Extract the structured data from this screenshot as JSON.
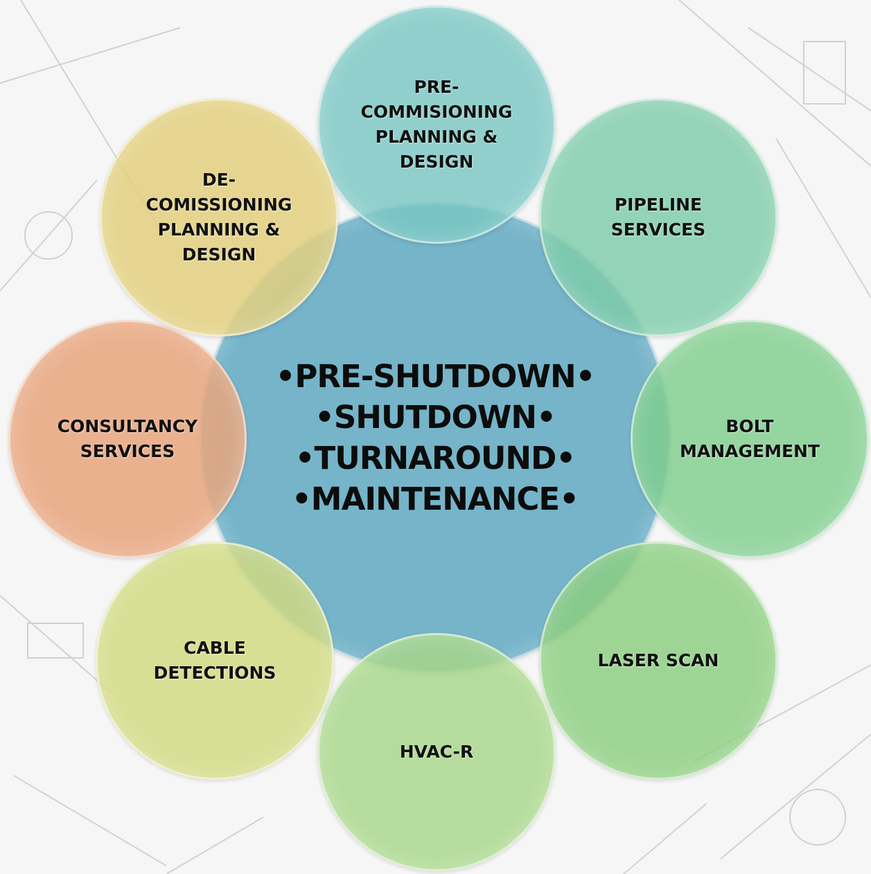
{
  "center": {
    "lines": "•PRE-SHUTDOWN•\n•SHUTDOWN•\n•TURNAROUND•\n•MAINTENANCE•",
    "color": "#6aaec4"
  },
  "items": [
    {
      "label": "PRE-\nCOMMISIONING\nPLANNING &\nDESIGN",
      "color": "#79c6c2"
    },
    {
      "label": "PIPELINE\nSERVICES",
      "color": "#7dcaa8"
    },
    {
      "label": "BOLT\nMANAGEMENT",
      "color": "#7fcd8c"
    },
    {
      "label": "LASER SCAN",
      "color": "#8acd7e"
    },
    {
      "label": "HVAC-R",
      "color": "#a6d587"
    },
    {
      "label": "CABLE\nDETECTIONS",
      "color": "#cfd97f"
    },
    {
      "label": "CONSULTANCY\nSERVICES",
      "color": "#e8a47c"
    },
    {
      "label": "DE-\nCOMISSIONING\nPLANNING &\nDESIGN",
      "color": "#e2cf7e"
    }
  ]
}
